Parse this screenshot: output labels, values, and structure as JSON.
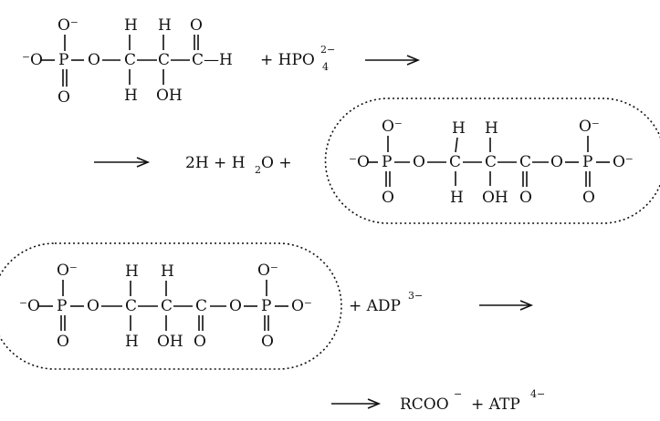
{
  "atoms": {
    "O": "O",
    "O_minus": "O⁻",
    "minus_O": "⁻O",
    "P": "P",
    "C": "C",
    "H": "H",
    "OH": "OH",
    "CH": "C—H"
  },
  "reaction": {
    "step1_reagent": "+  HPO",
    "step1_reagent_sub": "4",
    "step1_reagent_sup": "2−",
    "step2_products": "2H  +  H",
    "step2_h2o_sub": "2",
    "step2_h2o_tail": "O  +",
    "step3_reagent": "+  ADP",
    "step3_reagent_sup": "3−",
    "step4_products": "RCOO",
    "step4_minus": "−",
    "step4_plus_atp": "+  ATP",
    "step4_atp_sup": "4−"
  }
}
